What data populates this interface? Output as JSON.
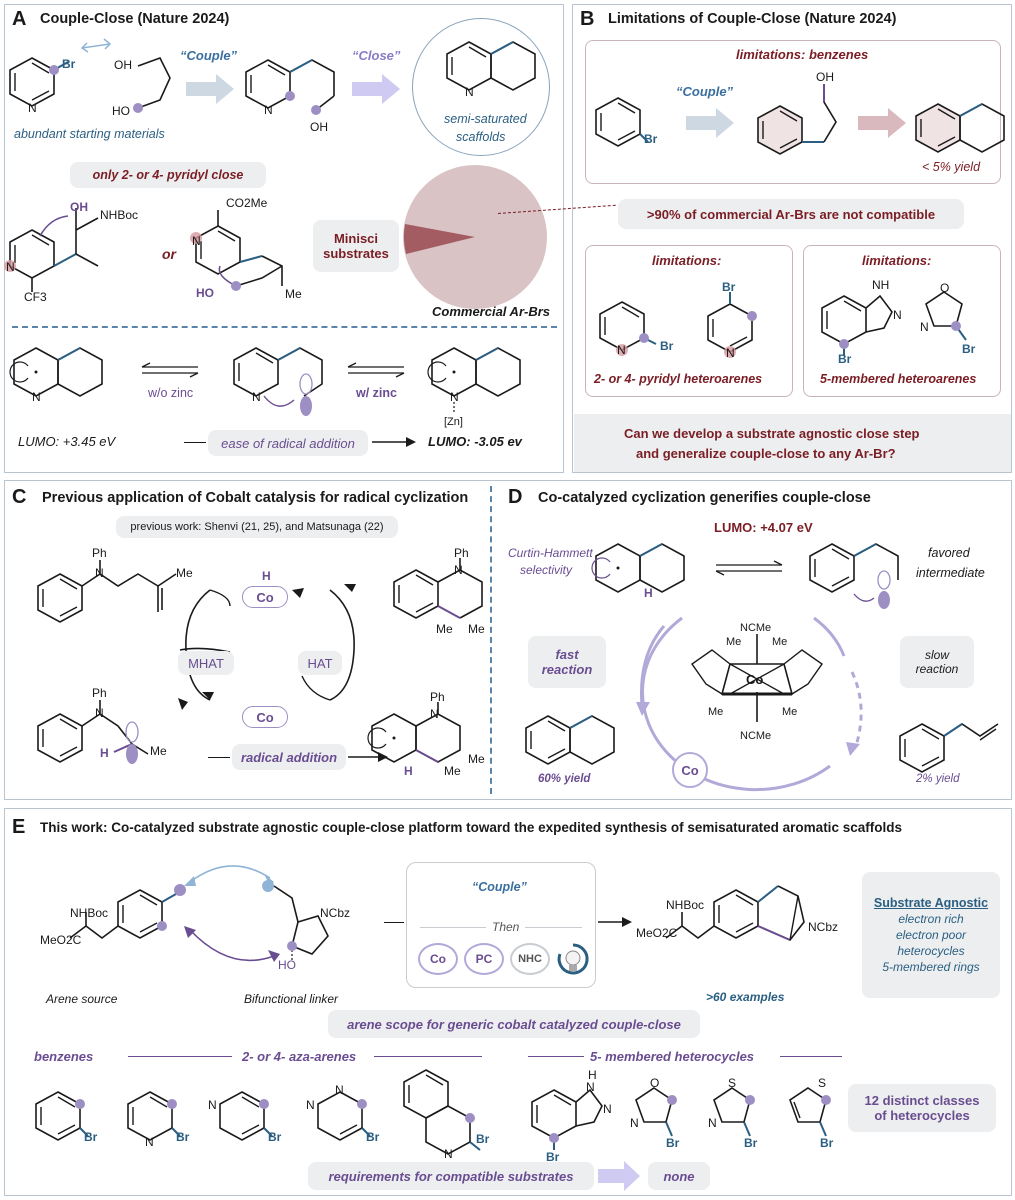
{
  "panelA": {
    "letter": "A",
    "title": "Couple-Close (Nature 2024)",
    "couple": "“Couple”",
    "close": "“Close”",
    "abundant": "abundant starting materials",
    "semi1": "semi-saturated",
    "semi2": "scaffolds",
    "only": "only 2- or 4- pyridyl close",
    "or": "or",
    "minisci1": "Minisci",
    "minisci2": "substrates",
    "commercial": "Commercial Ar-Brs",
    "wozinc": "w/o zinc",
    "wzinc": "w/ zinc",
    "lumo1": "LUMO: +3.45 eV",
    "ease": "ease of radical addition",
    "lumo2": "LUMO: -3.05 ev",
    "oh": "OH",
    "ho": "HO",
    "br": "Br",
    "n": "N",
    "nhboc": "NHBoc",
    "cf3": "CF3",
    "co2me": "CO2Me",
    "me": "Me",
    "zn": "[Zn]"
  },
  "panelB": {
    "letter": "B",
    "title": "Limitations of Couple-Close (Nature 2024)",
    "lim_benz": "limitations: benzenes",
    "couple": "“Couple”",
    "yield": "< 5% yield",
    "ninety": ">90% of commercial Ar-Brs are not compatible",
    "lim1": "limitations:",
    "lim2": "limitations:",
    "pyr": "2- or 4- pyridyl heteroarenes",
    "five": "5-membered heteroarenes",
    "question1": "Can we develop a substrate agnostic close step",
    "question2": "and generalize couple-close to any Ar-Br?",
    "br": "Br",
    "oh": "OH",
    "n": "N",
    "nh": "NH",
    "o": "O"
  },
  "panelC": {
    "letter": "C",
    "title": "Previous application of Cobalt catalysis for radical cyclization",
    "prev": "previous work: Shenvi (21, 25), and Matsunaga (22)",
    "mhat": "MHAT",
    "hat": "HAT",
    "co": "Co",
    "h": "H",
    "radical": "radical addition",
    "ph": "Ph",
    "n": "N",
    "me": "Me"
  },
  "panelD": {
    "letter": "D",
    "title": "Co-catalyzed cyclization generifies couple-close",
    "lumo": "LUMO:  +4.07 eV",
    "ch1": "Curtin-Hammett",
    "ch2": "selectivity",
    "fav1": "favored",
    "fav2": "intermediate",
    "fast1": "fast",
    "fast2": "reaction",
    "slow1": "slow",
    "slow2": "reaction",
    "y60": "60% yield",
    "y2": "2% yield",
    "co": "Co",
    "ncme": "NCMe",
    "me": "Me",
    "h": "H"
  },
  "panelE": {
    "letter": "E",
    "title": "This work: Co-catalyzed substrate agnostic couple-close platform toward the expedited synthesis of semisaturated aromatic scaffolds",
    "nhboc": "NHBoc",
    "meo2c": "MeO2C",
    "ncbz": "NCbz",
    "ho": "HO",
    "arene": "Arene source",
    "linker": "Bifunctional linker",
    "couple": "“Couple”",
    "then": "Then",
    "chips": [
      "Co",
      "PC",
      "NHC"
    ],
    "examples": ">60 examples",
    "agnostic_title": "Substrate Agnostic",
    "agnostic": [
      "electron rich",
      "electron poor",
      "heterocycles",
      "5-membered rings"
    ],
    "scope": "arene scope for generic cobalt catalyzed couple-close",
    "benzenes": "benzenes",
    "aza": "2- or 4- aza-arenes",
    "fivemem": "5- membered heterocycles",
    "classes1": "12 distinct classes",
    "classes2": "of heterocycles",
    "req": "requirements for compatible substrates",
    "none": "none",
    "br": "Br",
    "n": "N",
    "o": "O",
    "s": "S",
    "h": "H"
  },
  "colors": {
    "panel_border": "#b8c4cf",
    "red": "#7a1d24",
    "purple": "#6a4d91",
    "teal": "#2b5f82",
    "pill": "#eceeef",
    "dot": "#9d8fc4",
    "pie": "#d9c3c4",
    "pie_slice": "#a35c62"
  }
}
